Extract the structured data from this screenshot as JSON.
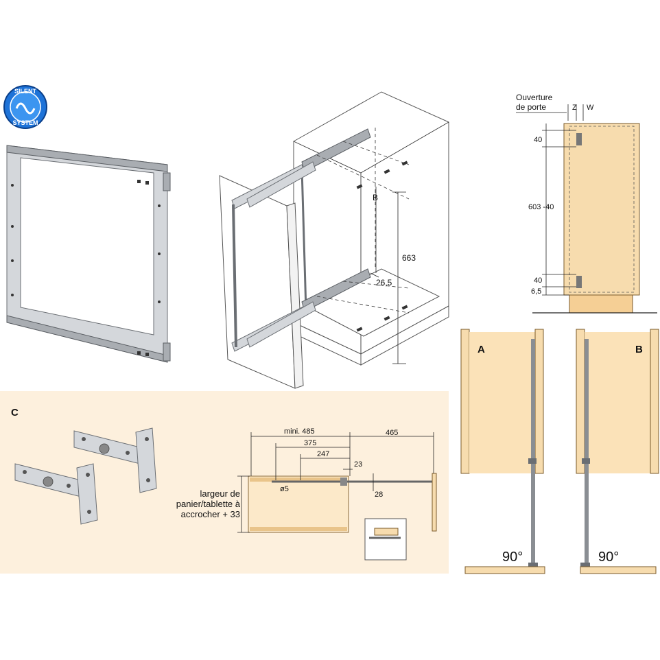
{
  "logo": {
    "line1": "SILENT",
    "line2": "SYSTEM"
  },
  "cabinet_drawing": {
    "label_b": "B",
    "label_height": "663",
    "label_offset": "26,5"
  },
  "door_elevation": {
    "label_opening_line1": "Ouverture",
    "label_opening_line2": "de porte",
    "label_z": "Z",
    "label_w": "W",
    "label_top": "40",
    "label_middle": "603 -40",
    "label_bottom": "40",
    "label_base": "6,5"
  },
  "panel_c": {
    "letter": "C",
    "label_mini": "mini. 485",
    "label_465": "465",
    "label_375": "375",
    "label_247": "247",
    "label_23": "23",
    "label_diam": "ø5",
    "label_28": "28",
    "label_width_line1": "largeur de",
    "label_width_line2": "panier/tablette à",
    "label_width_line3": "accrocher + 33"
  },
  "panel_a": {
    "letter": "A",
    "angle": "90°"
  },
  "panel_b": {
    "letter": "B",
    "angle": "90°"
  },
  "colors": {
    "wood": "#f7dcae",
    "panel_bg": "#fdf0dd",
    "metal": "#d4d7db",
    "logo_blue": "#1e73d8"
  }
}
